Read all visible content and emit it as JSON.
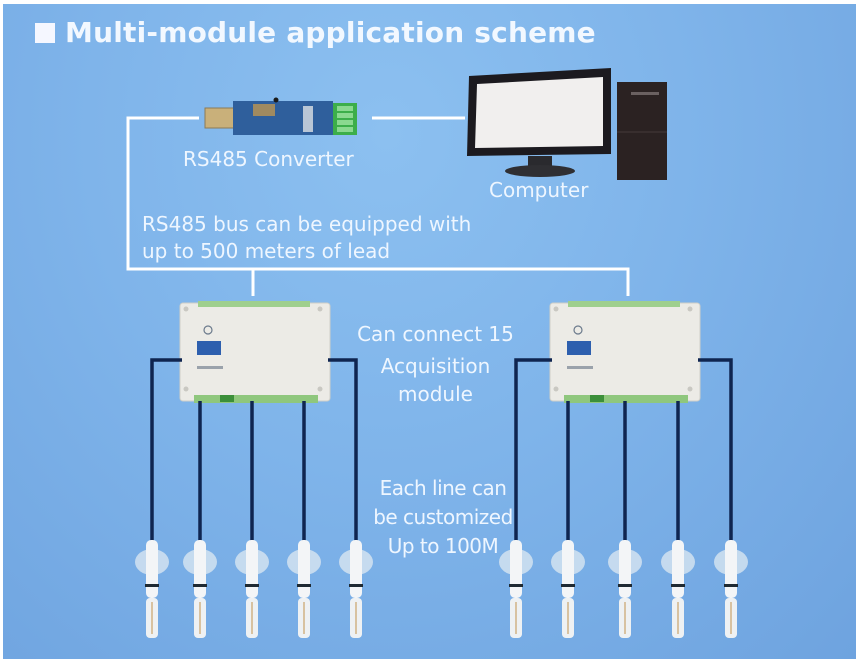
{
  "title": "Multi-module application scheme",
  "labels": {
    "converter": "RS485 Converter",
    "computer": "Computer",
    "bus_line1": "RS485 bus can be equipped with",
    "bus_line2": "up to 500 meters of lead",
    "modules_line1": "Can connect 15",
    "modules_line2": "Acquisition",
    "modules_line3": "module",
    "line_line1": "Each line can",
    "line_line2": "be customized",
    "line_line3": "Up to 100M"
  },
  "diagram": {
    "nodes": [
      {
        "id": "converter",
        "type": "rs485-usb-converter"
      },
      {
        "id": "computer",
        "type": "desktop-computer"
      },
      {
        "id": "module-1",
        "type": "acquisition-module"
      },
      {
        "id": "module-2",
        "type": "acquisition-module"
      }
    ],
    "sensors_per_module": 5,
    "edges": [
      {
        "from": "converter",
        "to": "computer"
      },
      {
        "from": "converter",
        "to": "module-1"
      },
      {
        "from": "module-1",
        "to": "module-2"
      }
    ]
  },
  "colors": {
    "background": "#7fb4ea",
    "bus_wire": "#ffffff",
    "sensor_cable": "#0f2550",
    "text": "#eef6ff"
  }
}
